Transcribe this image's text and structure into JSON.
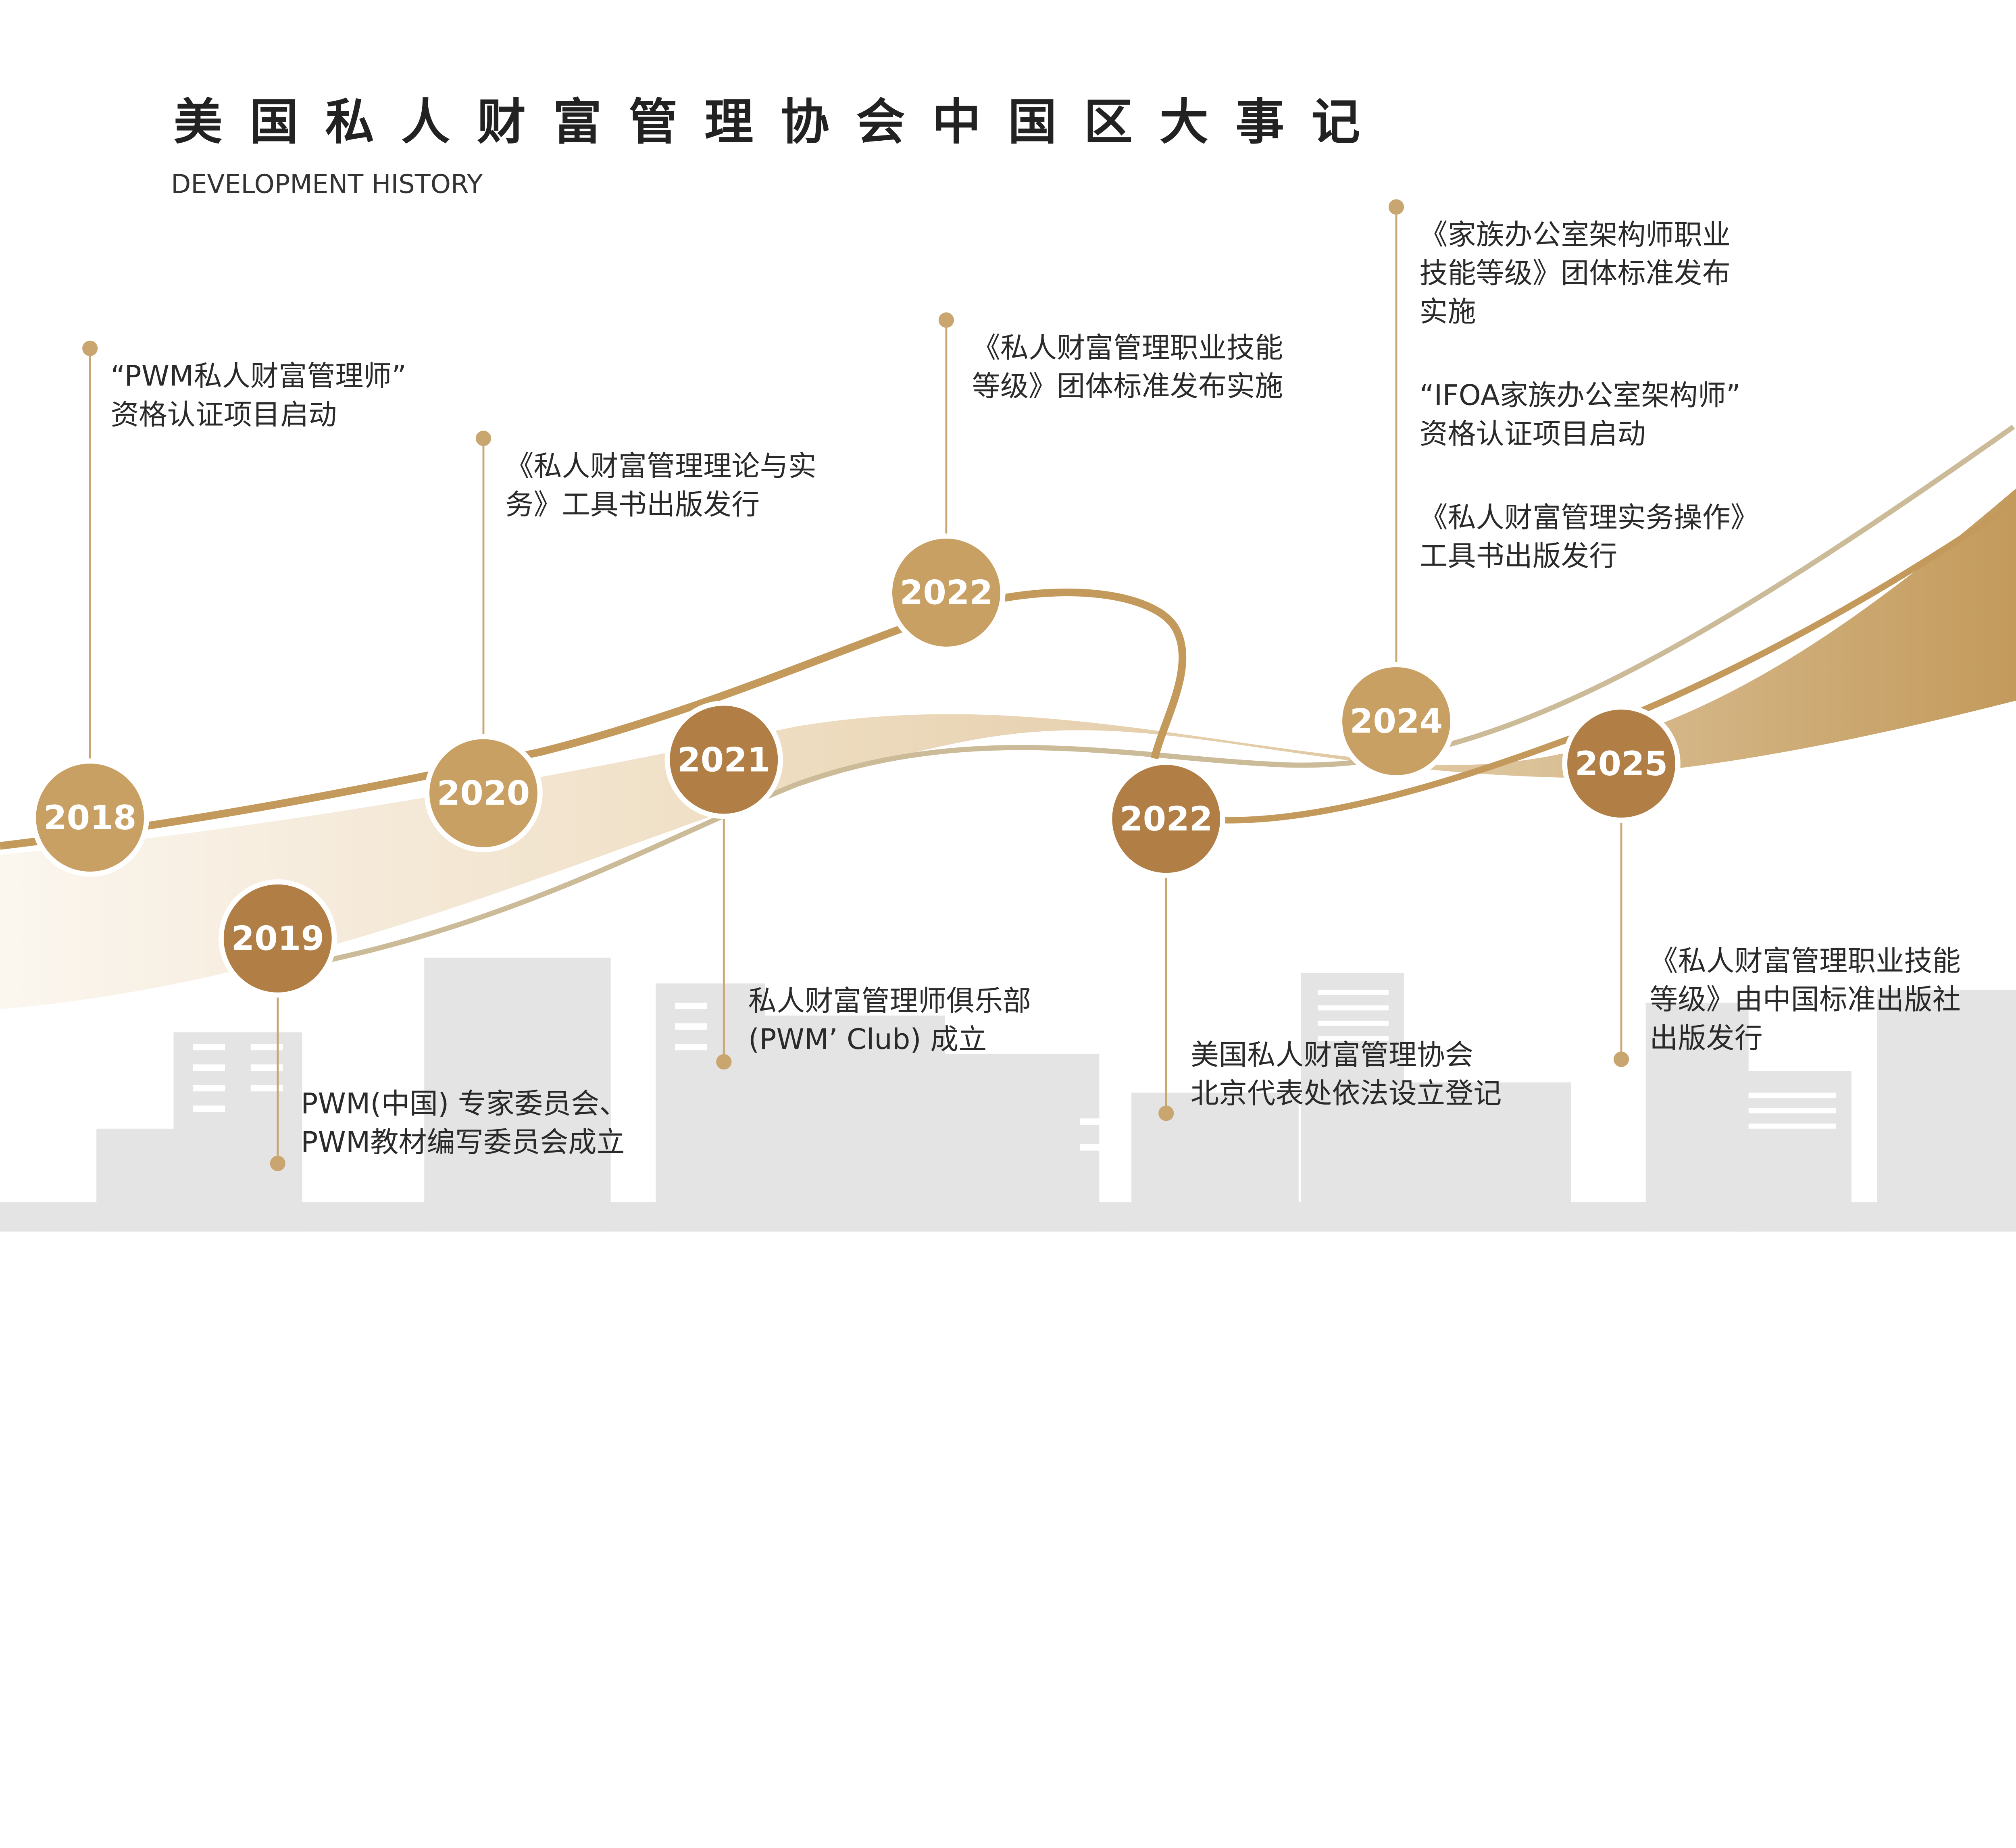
{
  "header": {
    "title": "美国私人财富管理协会中国区大事记",
    "subtitle": "DEVELOPMENT HISTORY"
  },
  "colors": {
    "gold_light": "#c9a063",
    "gold_dark": "#b17f45",
    "stem": "#c9a670",
    "building": "#e4e4e4"
  },
  "events": [
    {
      "year": "2018",
      "lines": [
        "“PWM私人财富管理师”",
        "资格认证项目启动"
      ]
    },
    {
      "year": "2019",
      "lines": [
        "PWM(中国) 专家委员会、",
        "PWM教材编写委员会成立"
      ]
    },
    {
      "year": "2020",
      "lines": [
        "《私人财富管理理论与实",
        "务》工具书出版发行"
      ]
    },
    {
      "year": "2021",
      "lines": [
        "私人财富管理师俱乐部",
        "(PWM’ Club) 成立"
      ]
    },
    {
      "year": "2022",
      "lines": [
        "《私人财富管理职业技能",
        "等级》团体标准发布实施"
      ]
    },
    {
      "year": "2022",
      "lines": [
        "美国私人财富管理协会",
        "北京代表处依法设立登记"
      ]
    },
    {
      "year": "2024",
      "lines": [
        "《家族办公室架构师职业",
        "技能等级》团体标准发布",
        "实施",
        "“IFOA家族办公室架构师”",
        "资格认证项目启动",
        "《私人财富管理实务操作》",
        "工具书出版发行"
      ]
    },
    {
      "year": "2025",
      "lines": [
        "《私人财富管理职业技能",
        "等级》由中国标准出版社",
        "出版发行"
      ]
    }
  ]
}
